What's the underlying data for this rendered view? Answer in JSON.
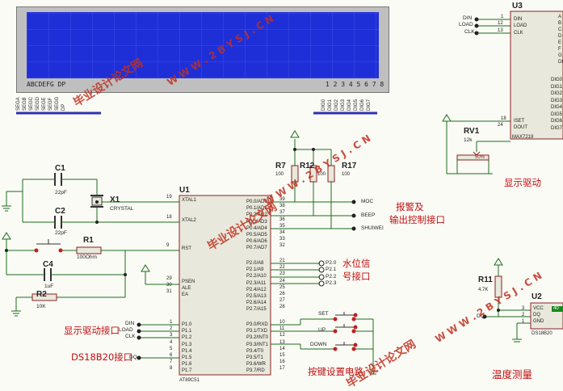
{
  "lcd": {
    "left_label": "ABCDEFG  DP",
    "right_label": "1 2 3 4 5 6 7 8",
    "seg_pins": [
      "SEGA",
      "SEGB",
      "SEGC",
      "SEGD",
      "SEGE",
      "SEGF",
      "SEGG",
      "DP"
    ],
    "dig_pins": [
      "DIG0",
      "DIG1",
      "DIG2",
      "DIG3",
      "DIG4",
      "DIG5",
      "DIG6",
      "DIG7"
    ]
  },
  "watermark": {
    "site": "W W W . 2 B Y S J . C N",
    "brand": "毕业设计论文网"
  },
  "u3": {
    "ref": "U3",
    "part": "MAX7219",
    "left_nets": [
      "DIN",
      "LOAD",
      "CLK"
    ],
    "left_pin_nums": [
      "1",
      "12",
      "13"
    ],
    "left_pins": [
      "DIN",
      "LOAD",
      "CLK"
    ],
    "iset_num": "18",
    "iset": "ISET",
    "dout_num": "24",
    "dout": "DOUT",
    "right_pins_a": [
      "A",
      "B",
      "C",
      "D",
      "E",
      "F",
      "G",
      "DP"
    ],
    "right_pins_dig": [
      "DIG0",
      "DIG1",
      "DIG2",
      "DIG3",
      "DIG4",
      "DIG5",
      "DIG6",
      "DIG7"
    ]
  },
  "rv1": {
    "ref": "RV1",
    "value": "12k",
    "pct": "50%"
  },
  "u1": {
    "ref": "U1",
    "part": "AT89C51",
    "pins_left_top": [
      {
        "num": "19",
        "name": "XTAL1"
      },
      {
        "num": "18",
        "name": "XTAL2"
      },
      {
        "num": "9",
        "name": "RST"
      }
    ],
    "pins_left_mid": [
      {
        "num": "29",
        "name": "PSEN"
      },
      {
        "num": "30",
        "name": "ALE"
      },
      {
        "num": "31",
        "name": "EA"
      }
    ],
    "p1_pins": [
      {
        "num": "1",
        "name": "P1.0"
      },
      {
        "num": "2",
        "name": "P1.1"
      },
      {
        "num": "3",
        "name": "P1.2"
      },
      {
        "num": "4",
        "name": "P1.3"
      },
      {
        "num": "5",
        "name": "P1.4"
      },
      {
        "num": "6",
        "name": "P1.5"
      },
      {
        "num": "7",
        "name": "P1.6"
      },
      {
        "num": "8",
        "name": "P1.7"
      }
    ],
    "p0_pins": [
      {
        "num": "39",
        "name": "P0.0/AD0"
      },
      {
        "num": "38",
        "name": "P0.1/AD1"
      },
      {
        "num": "37",
        "name": "P0.2/AD2"
      },
      {
        "num": "36",
        "name": "P0.3/AD3"
      },
      {
        "num": "35",
        "name": "P0.4/AD4"
      },
      {
        "num": "34",
        "name": "P0.5/AD5"
      },
      {
        "num": "33",
        "name": "P0.6/AD6"
      },
      {
        "num": "32",
        "name": "P0.7/AD7"
      }
    ],
    "p2_pins": [
      {
        "num": "21",
        "name": "P2.0/A8"
      },
      {
        "num": "22",
        "name": "P2.1/A9"
      },
      {
        "num": "23",
        "name": "P2.2/A10"
      },
      {
        "num": "24",
        "name": "P2.3/A11"
      },
      {
        "num": "25",
        "name": "P2.4/A12"
      },
      {
        "num": "26",
        "name": "P2.5/A13"
      },
      {
        "num": "27",
        "name": "P2.6/A14"
      },
      {
        "num": "28",
        "name": "P2.7/A15"
      }
    ],
    "p3_pins": [
      {
        "num": "10",
        "name": "P3.0/RXD"
      },
      {
        "num": "11",
        "name": "P3.1/TXD"
      },
      {
        "num": "12",
        "name": "P3.2/INT0"
      },
      {
        "num": "13",
        "name": "P3.3/INT1"
      },
      {
        "num": "14",
        "name": "P3.4/T0"
      },
      {
        "num": "15",
        "name": "P3.5/T1"
      },
      {
        "num": "16",
        "name": "P3.6/WR"
      },
      {
        "num": "17",
        "name": "P3.7/RD"
      }
    ]
  },
  "nets": {
    "moc": "MOC",
    "beep": "BEEP",
    "shuiwei": "SHUIWEI",
    "p20": "P2.0",
    "p21": "P2.1",
    "p22": "P2.2",
    "p23": "P2.3",
    "din": "DIN",
    "load": "LOAD",
    "clk": "CLK",
    "dq": "DQ",
    "dq2": "DQ",
    "set": "SET",
    "up": "UP",
    "down": "DOWN"
  },
  "components": {
    "c1": {
      "ref": "C1",
      "value": "22pF"
    },
    "c2": {
      "ref": "C2",
      "value": "22pF"
    },
    "c4": {
      "ref": "C4",
      "value": "1uF"
    },
    "x1": {
      "ref": "X1",
      "value": "CRYSTAL"
    },
    "r1": {
      "ref": "R1",
      "value": "100Ohm"
    },
    "r2": {
      "ref": "R2",
      "value": "10K"
    },
    "r7": {
      "ref": "R7",
      "value": "100"
    },
    "r12": {
      "ref": "R12",
      "value": "100"
    },
    "r17": {
      "ref": "R17",
      "value": "100"
    },
    "r11": {
      "ref": "R11",
      "value": "4.7K"
    }
  },
  "u2": {
    "ref": "U2",
    "part": "DS18B20",
    "pins": [
      {
        "num": "3",
        "name": "VCC"
      },
      {
        "num": "2",
        "name": "DQ"
      },
      {
        "num": "1",
        "name": "GND"
      }
    ],
    "readout": "40"
  },
  "annotations": {
    "display_drive": "显示驱动",
    "alarm_line1": "报警及",
    "alarm_line2": "输出控制接口",
    "water_line1": "水位信",
    "water_line2": "号接口",
    "display_drive_port": "显示驱动接口",
    "ds18b20_port": "DS18B20接口",
    "key_setting": "按键设置电路",
    "temperature": "温度测量"
  },
  "colors": {
    "wire": "#1a6e1a",
    "lcd_screen": "#1f2fd8",
    "annotation": "#c01010",
    "chip_fill": "#e8e8dc",
    "chip_stroke": "#8a2020"
  }
}
